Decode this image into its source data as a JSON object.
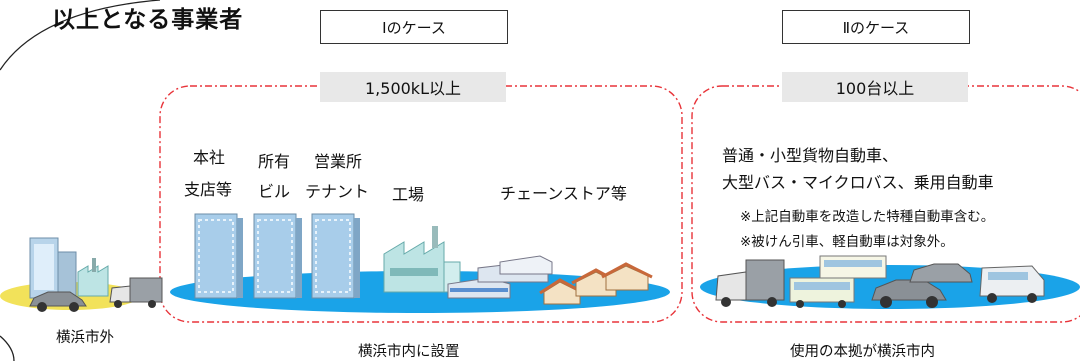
{
  "heading": "以上となる事業者",
  "case1": {
    "title": "Ⅰのケース",
    "threshold": "1,500kL以上",
    "labels": {
      "head_office_line1": "本社",
      "head_office_line2": "支店等",
      "owned_line1": "所有",
      "owned_line2": "ビル",
      "sales_line1": "営業所",
      "sales_line2": "テナント",
      "factory": "工場",
      "chain_store": "チェーンストア等"
    },
    "caption": "横浜市内に設置"
  },
  "case2": {
    "title": "Ⅱのケース",
    "threshold": "100台以上",
    "vehicles_line1": "普通・小型貨物自動車、",
    "vehicles_line2": "大型バス・マイクロバス、乗用自動車",
    "note1": "※上記自動車を改造した特種自動車含む。",
    "note2": "※被けん引車、軽自動車は対象外。",
    "caption": "使用の本拠が横浜市内"
  },
  "outside": {
    "caption": "横浜市外"
  },
  "colors": {
    "dashed_border": "#e8343a",
    "ground": "#1aa3e8",
    "outside_ground": "#f2e25a",
    "pill_bg": "#e8e8e8",
    "building": "#a8cdea",
    "factory": "#bde4e4"
  }
}
